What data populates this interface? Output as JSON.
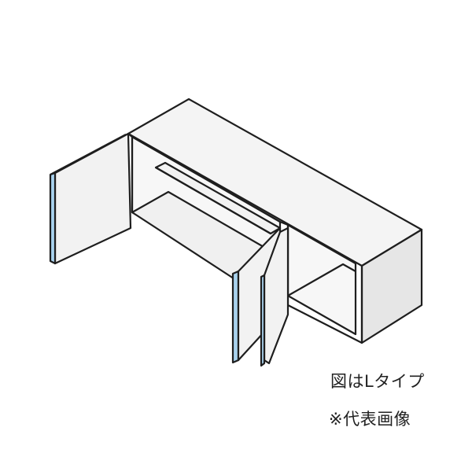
{
  "captions": {
    "type_label": "図はLタイプ",
    "note_label": "※代表画像"
  },
  "colors": {
    "outline": "#1e1e1e",
    "cabinet_top": "#f4f4f4",
    "cabinet_side": "#e6e6e6",
    "interior": "#f7f7f7",
    "door_face": "#f2f2f2",
    "door_edge_blue": "#a9d3ef"
  },
  "diagram": {
    "subject": "wall-cabinet",
    "open_doors": 3
  }
}
